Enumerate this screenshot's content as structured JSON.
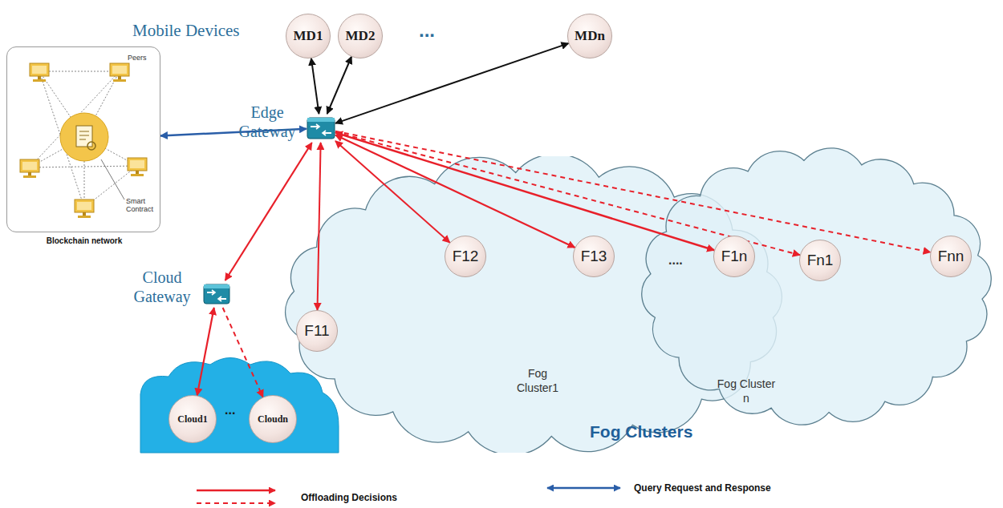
{
  "diagram": {
    "nodes": [
      {
        "text": [
          "MD1"
        ]
      },
      {
        "text": [
          "MD2"
        ]
      },
      {
        "text": [
          "MDn"
        ]
      },
      {
        "text": [
          "Peers",
          "Smart Contract",
          "Blockchain network"
        ]
      },
      {
        "text": [
          "Edge Gateway"
        ]
      },
      {
        "text": [
          "Cloud Gateway"
        ]
      },
      {
        "text": [
          "Cloud1"
        ]
      },
      {
        "text": [
          "Cloudn"
        ]
      },
      {
        "text": [
          "Fog Cluster1"
        ]
      },
      {
        "text": [
          "Fog Cluster n"
        ]
      },
      {
        "text": [
          "F11"
        ],
        "in": 8
      },
      {
        "text": [
          "F12"
        ],
        "in": 8
      },
      {
        "text": [
          "F13"
        ],
        "in": 8
      },
      {
        "text": [
          "F1n"
        ],
        "in": 8
      },
      {
        "text": [
          "Fn1"
        ],
        "in": 9
      },
      {
        "text": [
          "Fnn"
        ],
        "in": 9
      }
    ],
    "edges": [
      {
        "from": 4,
        "to": 0,
        "arrow": "both"
      },
      {
        "from": 4,
        "to": 1,
        "arrow": "both"
      },
      {
        "from": 4,
        "to": 2,
        "arrow": "both"
      },
      {
        "from": 4,
        "to": 3,
        "arrow": "both"
      },
      {
        "from": 4,
        "to": 5,
        "arrow": "both"
      },
      {
        "from": 4,
        "to": 10,
        "arrow": "both"
      },
      {
        "from": 4,
        "to": 11,
        "arrow": "both"
      },
      {
        "from": 4,
        "to": 12,
        "arrow": "both"
      },
      {
        "from": 4,
        "to": 13,
        "arrow": "both"
      },
      {
        "from": 4,
        "to": 14,
        "arrow": "to"
      },
      {
        "from": 4,
        "to": 15,
        "arrow": "to"
      },
      {
        "from": 5,
        "to": 6,
        "arrow": "both"
      },
      {
        "from": 5,
        "to": 7,
        "arrow": "to"
      }
    ],
    "labels": [
      "Mobile Devices",
      "...",
      "...",
      "....",
      "Fog Clusters"
    ],
    "legend": [
      {
        "text": "Offloading Decisions"
      },
      {
        "text": "Query Request and Response"
      }
    ]
  }
}
